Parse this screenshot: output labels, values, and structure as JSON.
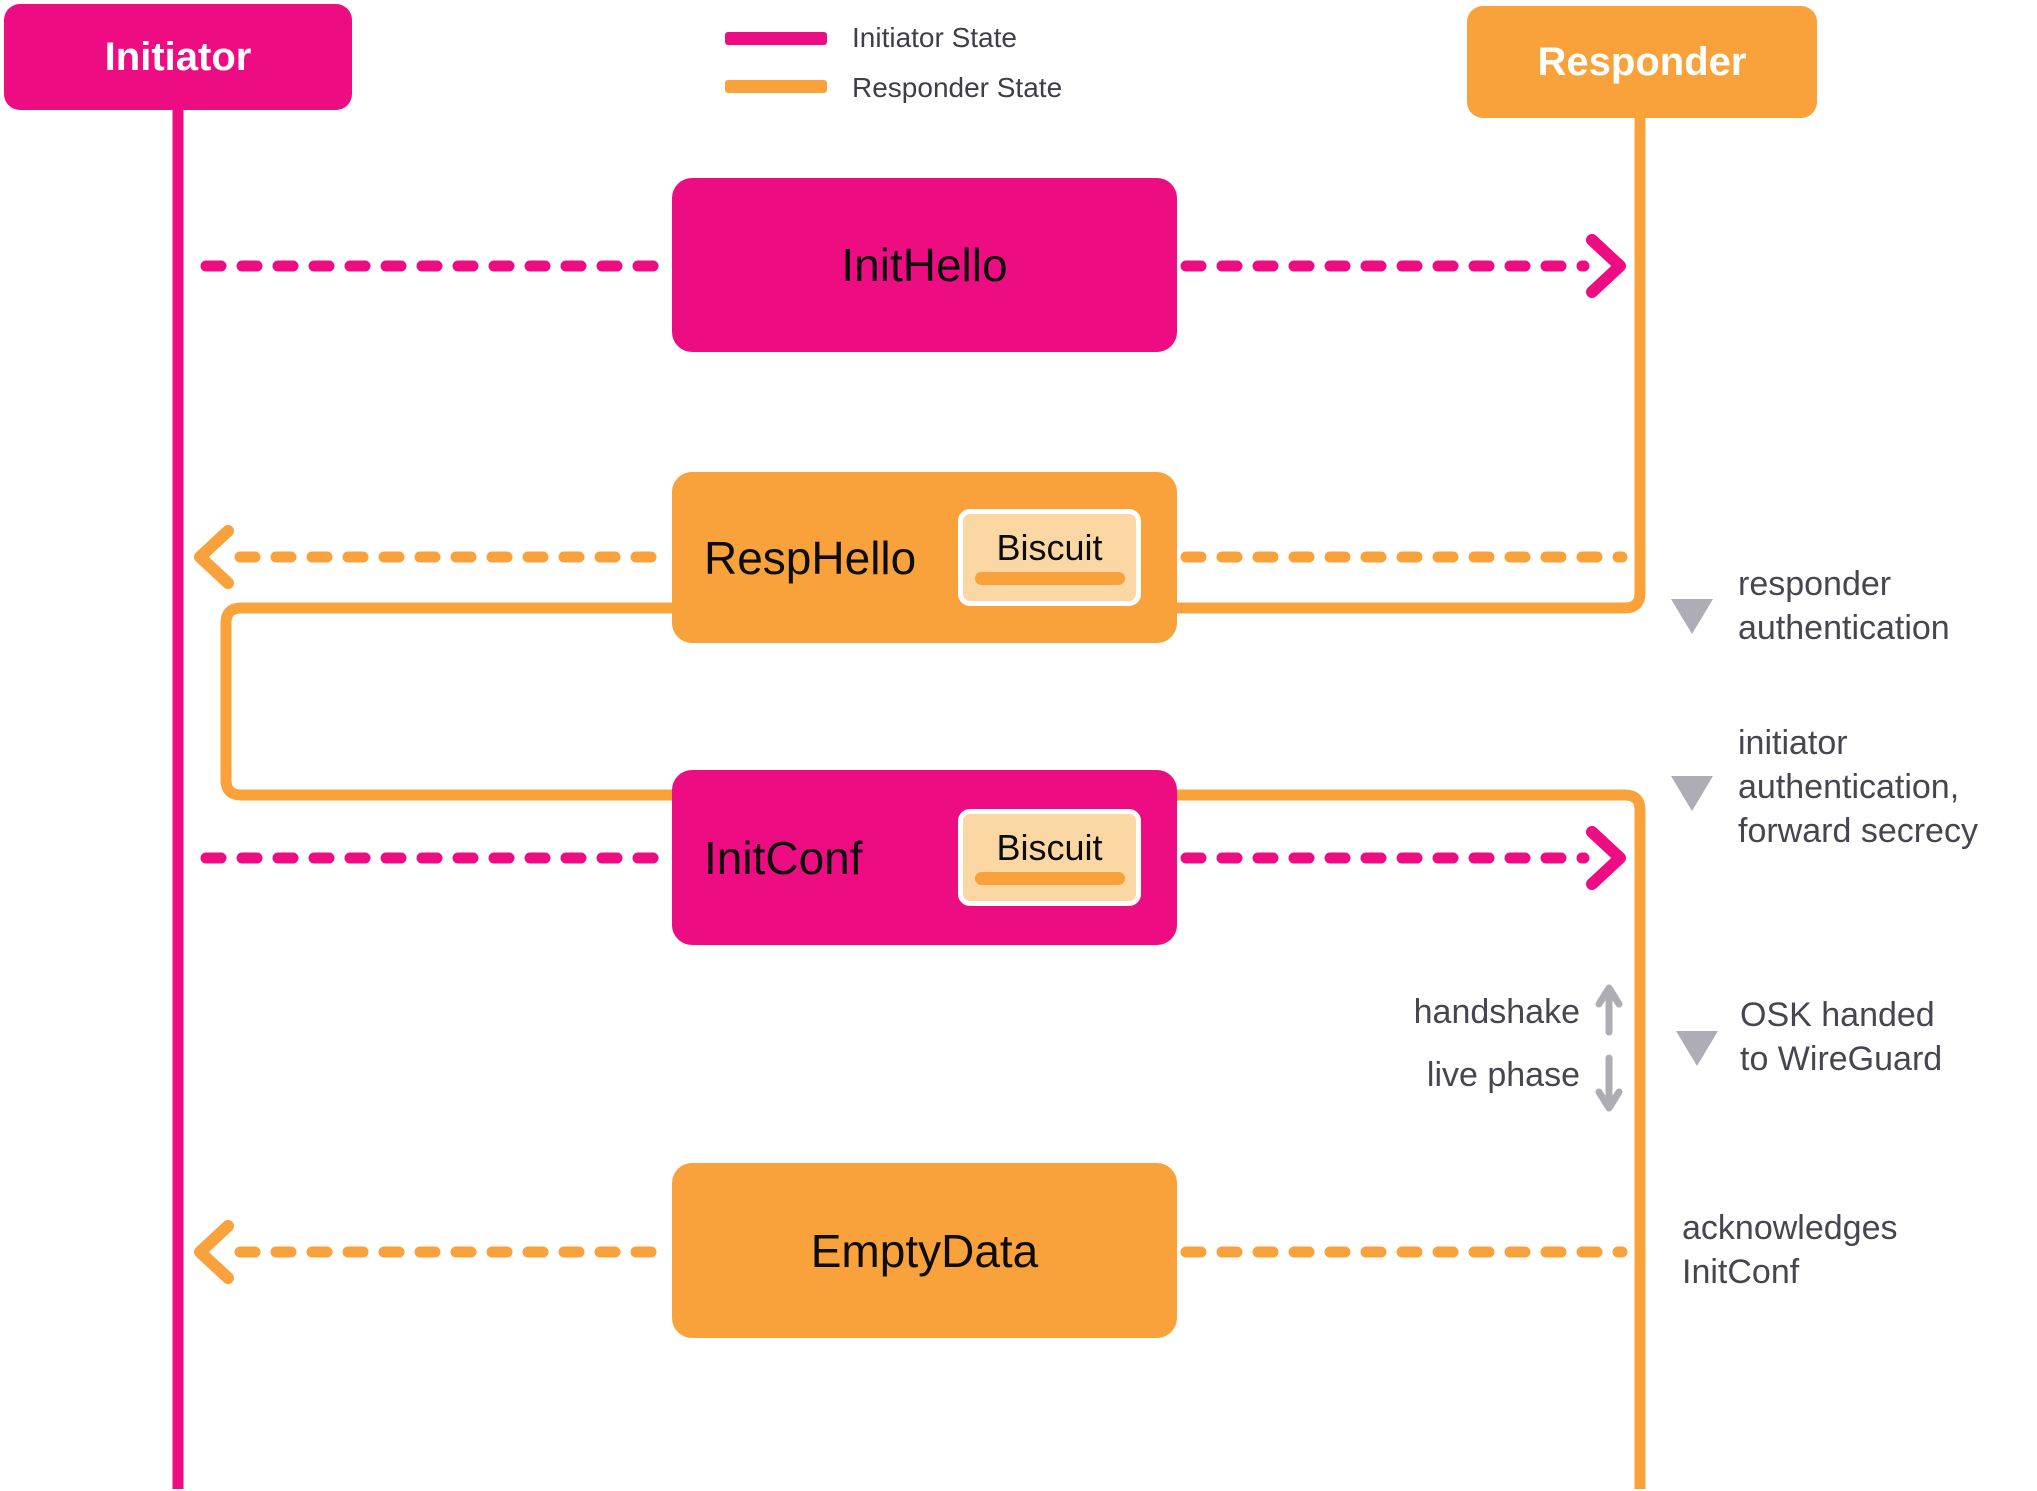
{
  "colors": {
    "initiator_pink": "#ED0C81",
    "responder_orange": "#F9A13A",
    "biscuit_fill": "#FBD7A3",
    "biscuit_border": "#FFFFFF",
    "annotation_text": "#47454F",
    "legend_text": "#3F3D4A",
    "marker_gray": "#AEADB5",
    "box_label_text": "#0D0D0D"
  },
  "actors": {
    "initiator": "Initiator",
    "responder": "Responder"
  },
  "legend": {
    "initiator": "Initiator State",
    "responder": "Responder State"
  },
  "messages": {
    "init_hello": "InitHello",
    "resp_hello": "RespHello",
    "resp_hello_biscuit": "Biscuit",
    "init_conf": "InitConf",
    "init_conf_biscuit": "Biscuit",
    "empty_data": "EmptyData"
  },
  "annotations": {
    "responder_auth": {
      "l1": "responder",
      "l2": "authentication"
    },
    "initiator_auth": {
      "l1": "initiator",
      "l2": "authentication,",
      "l3": "forward secrecy"
    },
    "phase": {
      "handshake": "handshake",
      "live": "live phase"
    },
    "osk": {
      "l1": "OSK handed",
      "l2": "to WireGuard"
    },
    "ack": {
      "l1": "acknowledges",
      "l2": "InitConf"
    }
  }
}
